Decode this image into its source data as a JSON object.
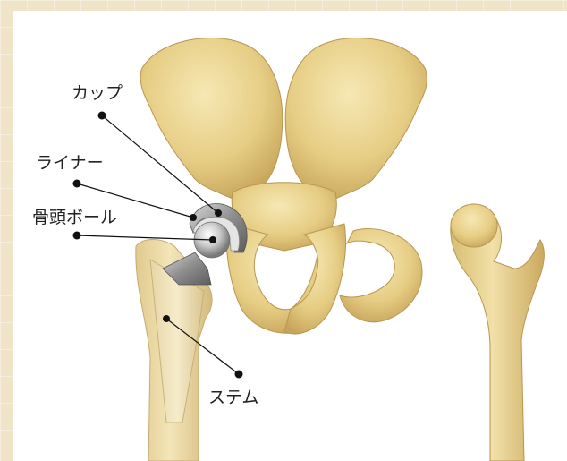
{
  "diagram": {
    "labels": {
      "cup": "カップ",
      "liner": "ライナー",
      "head": "骨頭ボール",
      "stem": "ステム"
    }
  },
  "colors": {
    "background": "#efe3c8",
    "panel": "#ffffff",
    "bone": "#e9d38c",
    "bone_shade": "#c9a95a",
    "implant": "#9a9a9a",
    "leader": "#111111"
  }
}
